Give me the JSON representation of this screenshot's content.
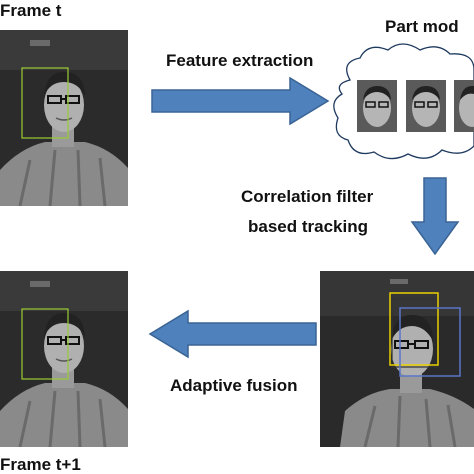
{
  "labels": {
    "frame_t": "Frame t",
    "part_models": "Part mod",
    "feature_extraction": "Feature extraction",
    "correlation_line1": "Correlation filter",
    "correlation_line2": "based tracking",
    "adaptive_fusion": "Adaptive fusion",
    "frame_t1": "Frame t+1"
  },
  "colors": {
    "arrow_fill": "#4f81bd",
    "arrow_stroke": "#3a6494",
    "box_green": "#9acd32",
    "box_yellow": "#e8d000",
    "box_blue": "#5a74c8",
    "box_dark": "#333333"
  }
}
